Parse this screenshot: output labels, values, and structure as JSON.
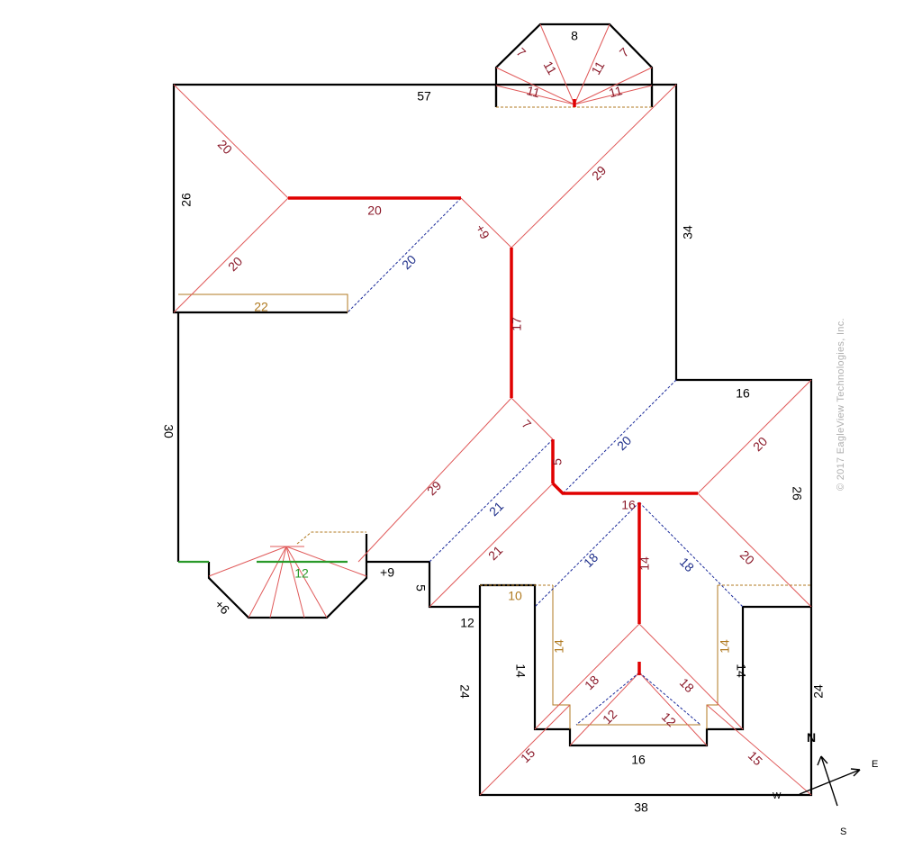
{
  "copyright": "© 2017 EagleView Technologies, Inc.",
  "colors": {
    "eave": "#000000",
    "hip": "#e05a5a",
    "ridge": "#e00000",
    "valley": "#1a2a9a",
    "rake": "#b07a20",
    "step_flash": "#2a9a2a",
    "label_hip": "#8b1a2a",
    "label_valley": "#1f2f8a",
    "label_rake": "#b07a20",
    "label_flash": "#2a9a2a"
  },
  "compass": {
    "north": "N",
    "east": "E",
    "south": "S",
    "west": "W"
  },
  "labels": {
    "top_eave": "57",
    "left_upper_eave": "26",
    "right_upper_eave": "34",
    "left_lower_eave": "30",
    "right_mid_eave_top": "16",
    "right_mid_eave": "26",
    "right_lower_eave": "24",
    "left_lower_wing_eave": "24",
    "bottom_eave": "38",
    "inner_bottom_eave": "16",
    "step_12": "12",
    "step_5": "5",
    "inner_left_14": "14",
    "inner_right_14": "14",
    "bay_right_plus9": "+9",
    "bay_left_plus6": "+6",
    "gable_top_8": "8",
    "gable_7_left": "7",
    "gable_7_right": "7",
    "gable_11_a": "11",
    "gable_11_b": "11",
    "gable_11_c": "11",
    "gable_11_d": "11",
    "hip_20_upper": "20",
    "ridge_20": "20",
    "hip_20_left": "20",
    "valley_20_left": "20",
    "rake_22": "22",
    "hip_plus9": "+9",
    "hip_29_upper": "29",
    "ridge_17": "17",
    "hip_7": "7",
    "ridge_5": "5",
    "hip_29_lower": "29",
    "valley_21": "21",
    "hip_21": "21",
    "valley_20_right": "20",
    "hip_20_right_upper": "20",
    "ridge_16": "16",
    "hip_20_right_lower": "20",
    "valley_18_left": "18",
    "valley_18_right": "18",
    "ridge_14": "14",
    "rake_10": "10",
    "rake_14_left": "14",
    "rake_14_right": "14",
    "hip_18_left": "18",
    "hip_18_right": "18",
    "hip_12_left": "12",
    "hip_12_right": "12",
    "hip_15_left": "15",
    "hip_15_right": "15",
    "flash_12": "12"
  }
}
